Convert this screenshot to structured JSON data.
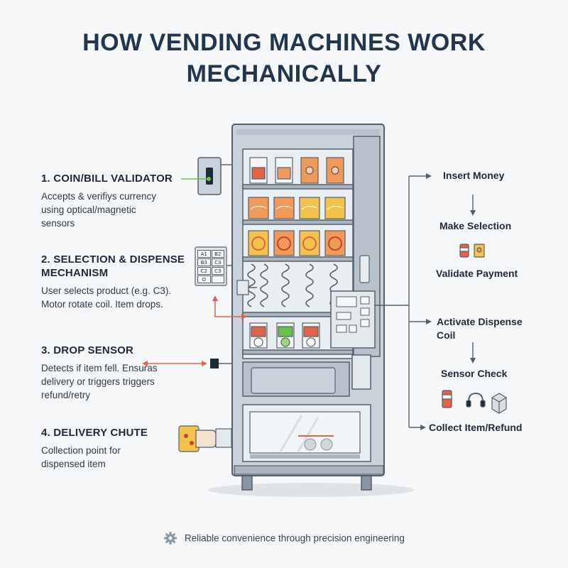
{
  "title": {
    "line1": "HOW VENDING MACHINES WORK",
    "line2": "MECHANICALLY"
  },
  "callouts": [
    {
      "heading": "1. COIN/BILL VALIDATOR",
      "body": "Accepts & verifiys currency using optical/magnetic sensors"
    },
    {
      "heading": "2. SELECTION & DISPENSE MECHANISM",
      "body": "User selects product (e.g. C3). Motor rotate coil. Item drops."
    },
    {
      "heading": "3. DROP SENSOR",
      "body": "Detects if item fell. Ensuras delivery or triggers triggers refund/retry"
    },
    {
      "heading": "4. DELIVERY CHUTE",
      "body": "Collection point for dispensed item"
    }
  ],
  "keypad": {
    "keys": [
      "A1",
      "B2",
      "B3",
      "C3",
      "C2",
      "C3",
      "O",
      ""
    ]
  },
  "flow": {
    "steps": [
      "Insert Money",
      "Make Selection",
      "Validate Payment",
      "Activate Dispense Coil",
      "Sensor Check",
      "Collect Item/Refund"
    ]
  },
  "footer": {
    "text": "Reliable convenience through precision engineering",
    "icon": "gear-icon"
  },
  "colors": {
    "title": "#22364d",
    "machine_body": "#c9d2db",
    "machine_outline": "#56606b",
    "accent_red": "#e2624b",
    "accent_green": "#6cc04a",
    "accent_orange": "#f09a5a",
    "coil_yellow": "#e9b938"
  }
}
